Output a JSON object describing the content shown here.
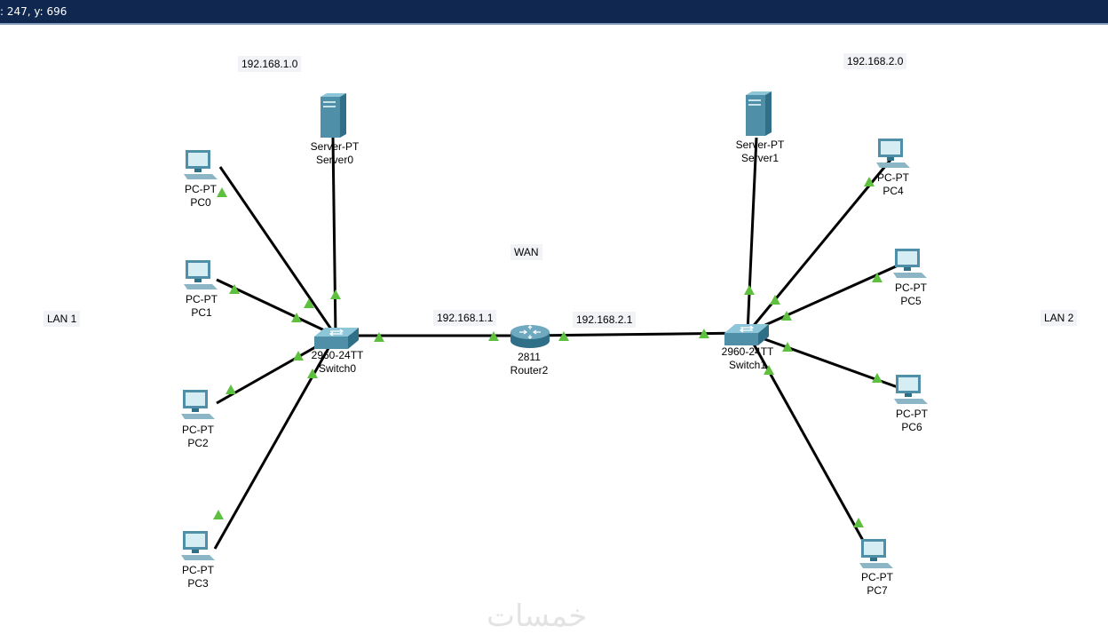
{
  "status_bar": {
    "coordinates": ": 247, y: 696"
  },
  "notes": {
    "net_lan1": "192.168.1.0",
    "net_lan2": "192.168.2.0",
    "wan": "WAN",
    "lan1": "LAN 1",
    "lan2": "LAN 2",
    "gw_lan1": "192.168.1.1",
    "gw_lan2": "192.168.2.1"
  },
  "devices": {
    "server0": {
      "model": "Server-PT",
      "name": "Server0"
    },
    "server1": {
      "model": "Server-PT",
      "name": "Server1"
    },
    "pc0": {
      "model": "PC-PT",
      "name": "PC0"
    },
    "pc1": {
      "model": "PC-PT",
      "name": "PC1"
    },
    "pc2": {
      "model": "PC-PT",
      "name": "PC2"
    },
    "pc3": {
      "model": "PC-PT",
      "name": "PC3"
    },
    "pc4": {
      "model": "PC-PT",
      "name": "PC4"
    },
    "pc5": {
      "model": "PC-PT",
      "name": "PC5"
    },
    "pc6": {
      "model": "PC-PT",
      "name": "PC6"
    },
    "pc7": {
      "model": "PC-PT",
      "name": "PC7"
    },
    "switch0": {
      "model": "2960-24TT",
      "name": "Switch0"
    },
    "switch1": {
      "model": "2960-24TT",
      "name": "Switch1"
    },
    "router2": {
      "model": "2811",
      "name": "Router2"
    }
  },
  "links": [
    {
      "from": "pc0",
      "to": "switch0"
    },
    {
      "from": "pc1",
      "to": "switch0"
    },
    {
      "from": "pc2",
      "to": "switch0"
    },
    {
      "from": "pc3",
      "to": "switch0"
    },
    {
      "from": "server0",
      "to": "switch0"
    },
    {
      "from": "switch0",
      "to": "router2"
    },
    {
      "from": "router2",
      "to": "switch1"
    },
    {
      "from": "server1",
      "to": "switch1"
    },
    {
      "from": "pc4",
      "to": "switch1"
    },
    {
      "from": "pc5",
      "to": "switch1"
    },
    {
      "from": "pc6",
      "to": "switch1"
    },
    {
      "from": "pc7",
      "to": "switch1"
    }
  ],
  "link_status": "up",
  "colors": {
    "link": "#000000",
    "status_up": "#5fbf3f",
    "title_bar": "#10284f",
    "device": "#4f8fa8"
  },
  "watermark": "خمسات"
}
